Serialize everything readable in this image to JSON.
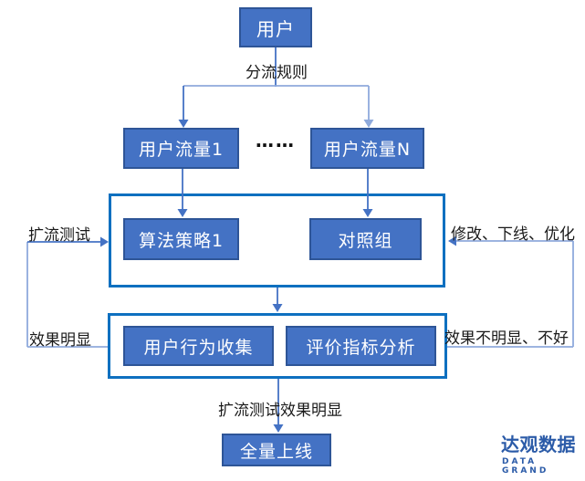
{
  "diagram": {
    "nodes": {
      "user": "用户",
      "flow1": "用户流量1",
      "flow_dots": "……",
      "flowN": "用户流量N",
      "strategy1": "算法策略1",
      "control_group": "对照组",
      "behavior_collect": "用户行为收集",
      "metric_analysis": "评价指标分析",
      "full_launch": "全量上线"
    },
    "labels": {
      "split_rule": "分流规则",
      "expand_test": "扩流测试",
      "modify_offline_optimize": "修改、下线、优化",
      "effect_obvious": "效果明显",
      "effect_not_obvious": "效果不明显、不好",
      "expand_test_effect": "扩流测试效果明显"
    },
    "colors": {
      "node_fill": "#4472C4",
      "node_border": "#2E5597",
      "container_border": "#0E70C0",
      "connector_dark": "#4472C4",
      "connector_light": "#8FAADC",
      "label_text": "#1a1a1a"
    }
  },
  "logo": {
    "name_cn": "达观数据",
    "name_en": "DATA GRAND",
    "color": "#2B5BA8"
  }
}
